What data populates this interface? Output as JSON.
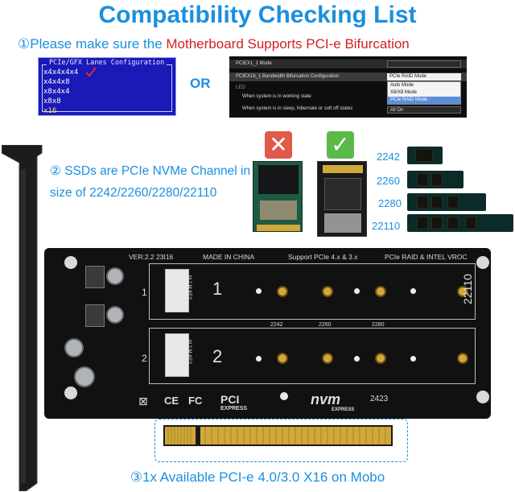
{
  "title": "Compatibility Checking List",
  "step1": {
    "prefix": "①Please make sure the ",
    "highlight": "Motherboard Supports PCI-e Bifurcation"
  },
  "bios_menu": {
    "header": "PCIe/GFX Lanes Configuration",
    "options": [
      "x4x4x4x4",
      "x4x4x8",
      "x8x4x4",
      "x8x8",
      "x16"
    ],
    "highlighted": "x16"
  },
  "or_label": "OR",
  "uefi_menu": {
    "rows": [
      "PCIEX1_1 Mode",
      "PCIEX16_1 Bandwidth Bifurcation Configuration",
      "LED",
      "When system is in working state",
      "When system is in sleep, hibernate or soft off states"
    ],
    "selected": "PCIe RAID Mode",
    "dropdown": [
      "Auto Mode",
      "X8/X8 Mode",
      "PCIe RAID Mode"
    ],
    "active_option": "PCIe RAID Mode",
    "last_value": "All On"
  },
  "step2": {
    "line1": "② SSDs are PCIe NVMe Channel in",
    "line2": "size of 2242/2260/2280/22110"
  },
  "ssd_sizes": [
    "2242",
    "2260",
    "2280",
    "22110"
  ],
  "board": {
    "version": "VER:2.2   23I16",
    "made_in": "MADE IN CHINA",
    "support": "Support PCIe 4.x & 3.x",
    "raid": "PCIe RAID & INTEL VROC",
    "slot1": "1",
    "slot2": "2",
    "key_label": "M.2 M KEY",
    "length_labels": [
      "2242",
      "2260",
      "2280"
    ],
    "length_long": "22110",
    "pci_logo": "PCI",
    "express": "EXPRESS",
    "nvm_logo": "nvm",
    "nvm_express": "EXPRESS",
    "date_code": "2423",
    "fc": "FC",
    "ce": "CE"
  },
  "step3": "③1x Available PCI-e 4.0/3.0 X16 on Mobo",
  "colors": {
    "accent": "#1a8fe0",
    "highlight_red": "#d21f1f",
    "bios_blue": "#1a1ab8",
    "pcb": "#111111",
    "gold": "#d2a83a"
  }
}
